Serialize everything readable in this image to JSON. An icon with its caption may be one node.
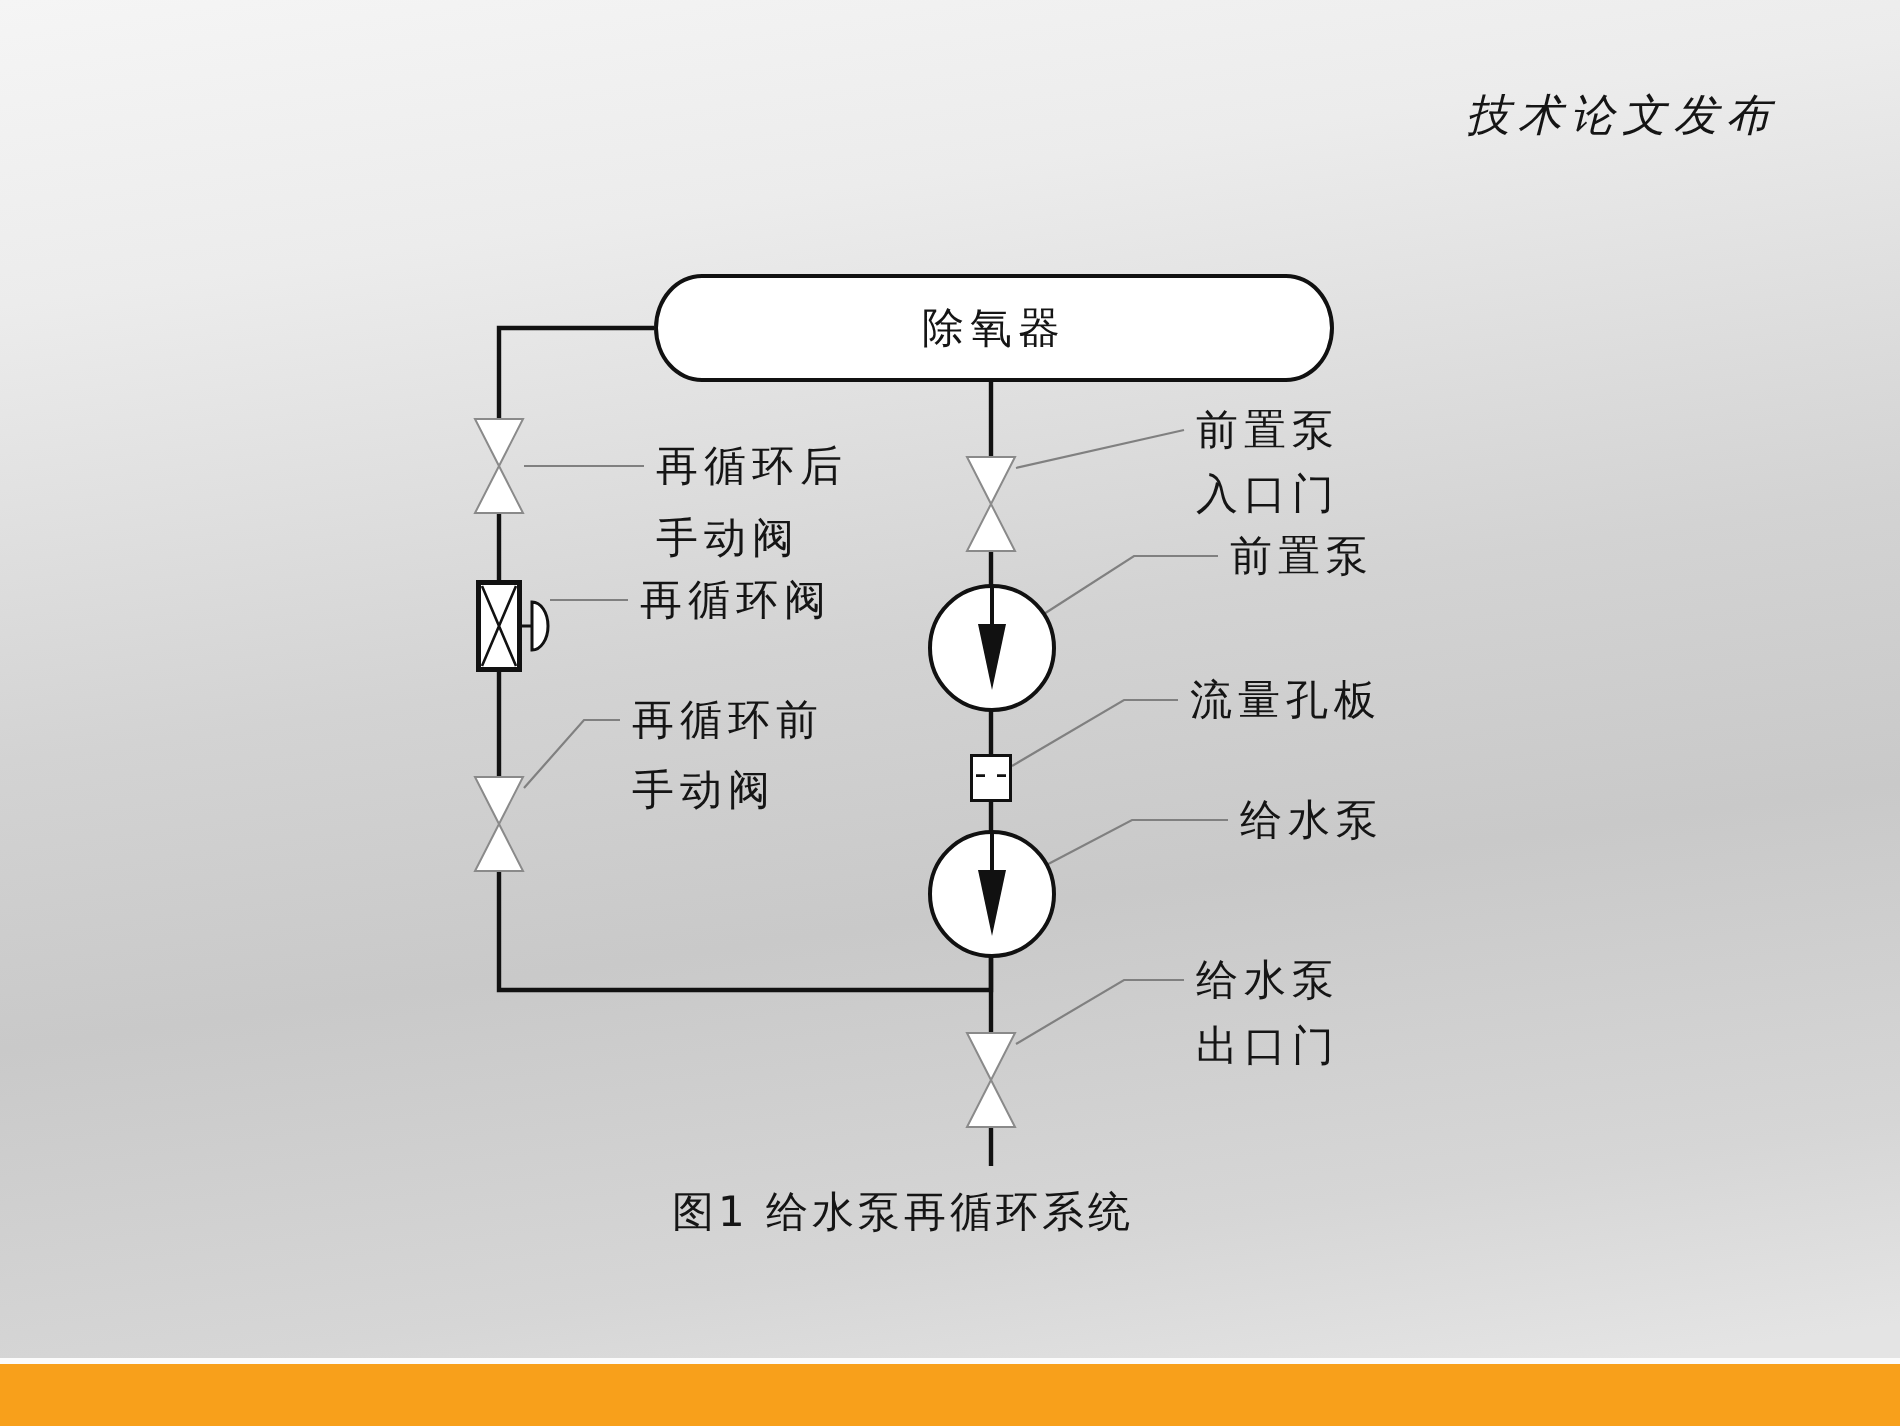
{
  "diagram": {
    "title": "技术论文发布",
    "caption": "图1 给水泵再循环系统",
    "nodes": [
      {
        "text": [
          "除氧器"
        ]
      },
      {
        "text": [],
        "shape": "valve"
      },
      {
        "text": [
          "再循环后手动阀"
        ]
      },
      {
        "text": [],
        "shape": "valve"
      },
      {
        "text": [
          "前置泵入口门"
        ]
      },
      {
        "text": [
          "前置泵"
        ]
      },
      {
        "text": [],
        "shape": "circle"
      },
      {
        "text": [],
        "shape": "box"
      },
      {
        "text": [
          "再循环阀"
        ]
      },
      {
        "text": [
          "流量孔板"
        ]
      },
      {
        "text": [],
        "shape": "orifice"
      },
      {
        "text": [
          "再循环前手动阀"
        ]
      },
      {
        "text": [],
        "shape": "valve"
      },
      {
        "text": [
          "给水泵"
        ]
      },
      {
        "text": [],
        "shape": "circle"
      },
      {
        "text": [
          "给水泵出口门"
        ]
      },
      {
        "text": [],
        "shape": "valve"
      }
    ],
    "edges": [
      {
        "from": 0,
        "to": 1,
        "arrow": "none"
      },
      {
        "from": 1,
        "to": 7,
        "arrow": "none"
      },
      {
        "from": 7,
        "to": 12,
        "arrow": "none"
      },
      {
        "from": 14,
        "to": 12,
        "arrow": "none"
      },
      {
        "from": 0,
        "to": 3,
        "arrow": "none"
      },
      {
        "from": 3,
        "to": 6,
        "arrow": "none"
      },
      {
        "from": 6,
        "to": 10,
        "arrow": "none"
      },
      {
        "from": 10,
        "to": 14,
        "arrow": "none"
      },
      {
        "from": 14,
        "to": 16,
        "arrow": "none"
      },
      {
        "from": 16,
        "to": null,
        "arrow": "none"
      },
      {
        "from": 2,
        "to": 1,
        "arrow": "none",
        "color": "#808080"
      },
      {
        "from": 4,
        "to": 3,
        "arrow": "none",
        "color": "#808080"
      },
      {
        "from": 5,
        "to": 6,
        "arrow": "none",
        "color": "#808080"
      },
      {
        "from": 8,
        "to": 7,
        "arrow": "none",
        "color": "#808080"
      },
      {
        "from": 9,
        "to": 10,
        "arrow": "none",
        "color": "#808080"
      },
      {
        "from": 11,
        "to": 12,
        "arrow": "none",
        "color": "#808080"
      },
      {
        "from": 13,
        "to": 14,
        "arrow": "none",
        "color": "#808080"
      },
      {
        "from": 15,
        "to": 16,
        "arrow": "none",
        "color": "#808080"
      }
    ]
  }
}
